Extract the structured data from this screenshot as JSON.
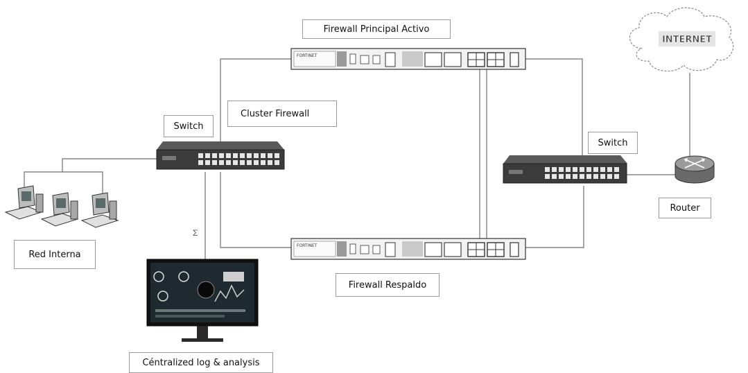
{
  "labels": {
    "firewall_principal": "Firewall Principal Activo",
    "cluster_firewall": "Cluster Firewall",
    "switch_left": "Switch",
    "switch_right": "Switch",
    "router": "Router",
    "red_interna": "Red Interna",
    "firewall_respaldo": "Firewall Respaldo",
    "centralized_log": "Céntralized log & analysis",
    "internet": "INTERNET"
  },
  "devices": {
    "firewall_brand": "FORTINET"
  },
  "colors": {
    "line": "#6f6f6f",
    "switch_body": "#3b3b3b",
    "monitor_screen": "#1e2a2f",
    "label_border": "#9a9a9a"
  }
}
